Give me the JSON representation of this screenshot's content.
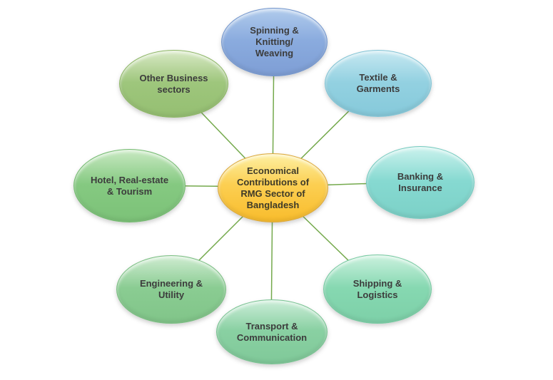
{
  "diagram": {
    "type": "radial-cycle",
    "connector_color": "#74a94c",
    "nodes": [
      {
        "id": "center",
        "label": "Economical Contributions of RMG Sector of Bangladesh",
        "lines": [
          "Economical",
          "Contributions of",
          "RMG Sector of",
          "Bangladesh"
        ],
        "fill": "#fbc63c",
        "fill_light": "#fdf0a3",
        "border": "#dba73a"
      },
      {
        "id": "spinning-knitting-weaving",
        "label": "Spinning & Knitting/ Weaving",
        "lines": [
          "Spinning &",
          "Knitting/",
          "Weaving"
        ],
        "fill": "#8aabde",
        "fill_light": "#b0cbec",
        "border": "#7396cd"
      },
      {
        "id": "textile-garments",
        "label": "Textile & Garments",
        "lines": [
          "Textile &",
          "Garments"
        ],
        "fill": "#93d1e1",
        "fill_light": "#c6e8f1",
        "border": "#82c4d5"
      },
      {
        "id": "banking-insurance",
        "label": "Banking & Insurance",
        "lines": [
          "Banking &",
          "Insurance"
        ],
        "fill": "#86d9d1",
        "fill_light": "#cbf2ed",
        "border": "#74cabf"
      },
      {
        "id": "shipping-logistics",
        "label": "Shipping & Logistics",
        "lines": [
          "Shipping &",
          "Logistics"
        ],
        "fill": "#86d8b1",
        "fill_light": "#cbf1de",
        "border": "#75c9a0"
      },
      {
        "id": "transport-communication",
        "label": "Transport & Communication",
        "lines": [
          "Transport &",
          "Communication"
        ],
        "fill": "#89d0a2",
        "fill_light": "#cbedd8",
        "border": "#78c291"
      },
      {
        "id": "engineering-utility",
        "label": "Engineering & Utility",
        "lines": [
          "Engineering &",
          "Utility"
        ],
        "fill": "#8acc92",
        "fill_light": "#cfecd1",
        "border": "#79be81"
      },
      {
        "id": "hotel-realestate-tourism",
        "label": "Hotel, Real-estate & Tourism",
        "lines": [
          "Hotel, Real-estate",
          "& Tourism"
        ],
        "fill": "#85c981",
        "fill_light": "#c8e9c2",
        "border": "#74bb70"
      },
      {
        "id": "other-business-sectors",
        "label": "Other Business sectors",
        "lines": [
          "Other Business",
          "sectors"
        ],
        "fill": "#9ec67c",
        "fill_light": "#d8e9c5",
        "border": "#8db665"
      }
    ]
  }
}
